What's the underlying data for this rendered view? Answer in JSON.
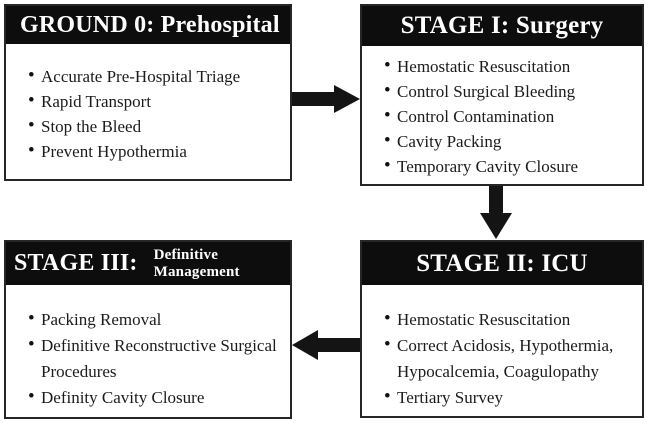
{
  "colors": {
    "background": "#ffffff",
    "header_bg": "#0d0d0d",
    "header_text": "#ffffff",
    "box_border": "#262626",
    "body_text": "#1b1b1b",
    "arrow": "#141414"
  },
  "boxes": {
    "ground0": {
      "title": "GROUND 0: Prehospital",
      "items": [
        "Accurate Pre-Hospital Triage",
        "Rapid Transport",
        "Stop the Bleed",
        "Prevent Hypothermia"
      ]
    },
    "stage1": {
      "title": "STAGE I: Surgery",
      "items": [
        "Hemostatic Resuscitation",
        "Control Surgical Bleeding",
        "Control Contamination",
        "Cavity Packing",
        "Temporary Cavity Closure"
      ]
    },
    "stage2": {
      "title": "STAGE II: ICU",
      "items": [
        "Hemostatic Resuscitation",
        "Correct Acidosis, Hypothermia, Hypocalcemia, Coagulopathy",
        "Tertiary Survey"
      ]
    },
    "stage3": {
      "title_main": "STAGE III:",
      "title_sub": "Definitive Management",
      "items": [
        "Packing Removal",
        "Definitive Reconstructive Surgical Procedures",
        "Definity Cavity Closure"
      ]
    }
  },
  "arrows": [
    {
      "name": "ground0-to-stage1",
      "direction": "right"
    },
    {
      "name": "stage1-to-stage2",
      "direction": "down"
    },
    {
      "name": "stage2-to-stage3",
      "direction": "left"
    }
  ]
}
